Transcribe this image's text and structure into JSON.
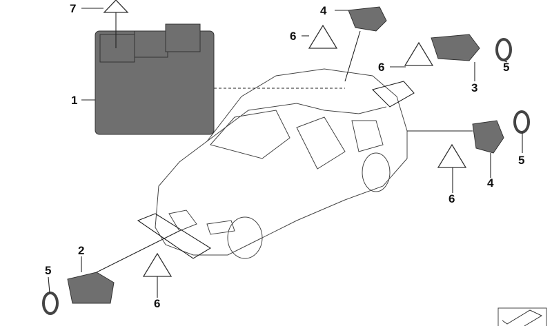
{
  "diagram": {
    "callouts": [
      {
        "id": "control-unit",
        "label": "1"
      },
      {
        "id": "front-sensor",
        "label": "2"
      },
      {
        "id": "rear-sensor-upper",
        "label": "3"
      },
      {
        "id": "rear-sensor-top",
        "label": "4"
      },
      {
        "id": "rear-sensor-side",
        "label": "4"
      },
      {
        "id": "ring-rear-upper",
        "label": "5"
      },
      {
        "id": "ring-rear-side",
        "label": "5"
      },
      {
        "id": "ring-front",
        "label": "5"
      },
      {
        "id": "warning-top",
        "label": "6"
      },
      {
        "id": "warning-rear-upper",
        "label": "6"
      },
      {
        "id": "warning-rear-side",
        "label": "6"
      },
      {
        "id": "warning-front",
        "label": "6"
      },
      {
        "id": "warning-control-unit",
        "label": "7"
      }
    ],
    "colors": {
      "part": "#6f6f6f",
      "line": "#222222",
      "background": "#ffffff"
    },
    "icons": [
      "electrical-warning-triangle-icon",
      "parts-catalog-corner-icon"
    ]
  }
}
